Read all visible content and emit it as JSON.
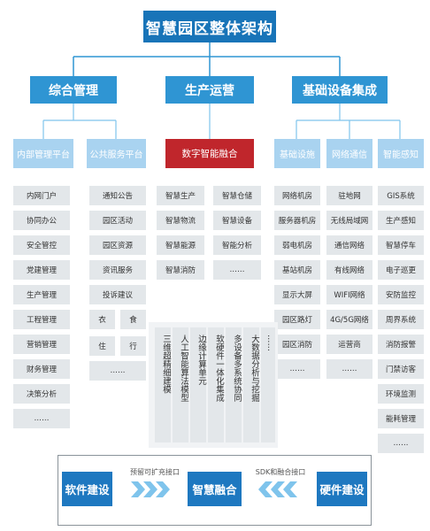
{
  "top": "智慧园区整体架构",
  "level1": [
    "综合管理",
    "生产运营",
    "基础设备集成"
  ],
  "level2": {
    "left": [
      "内部管理平台",
      "公共服务平台"
    ],
    "mid": "数字智能融合",
    "right": [
      "基础设施",
      "网络通信",
      "智能感知"
    ]
  },
  "col_internal": [
    "内网门户",
    "协同办公",
    "安全管控",
    "党建管理",
    "生产管理",
    "工程管理",
    "营销管理",
    "财务管理",
    "决策分析",
    "……"
  ],
  "col_public": [
    "通知公告",
    "园区活动",
    "园区资源",
    "资讯服务",
    "投诉建议"
  ],
  "col_public_grid": [
    "衣",
    "食",
    "住",
    "行"
  ],
  "col_public_more": "……",
  "col_digital": [
    "智慧生产",
    "智慧仓储",
    "智慧物流",
    "智慧设备",
    "智慧能源",
    "智能分析",
    "智慧消防",
    "……"
  ],
  "col_infra": [
    "网络机房",
    "服务器机房",
    "弱电机房",
    "基站机房",
    "显示大屏",
    "园区路灯",
    "园区消防",
    "……"
  ],
  "col_network": [
    "驻地网",
    "无线局域网",
    "通信网络",
    "有线网络",
    "WIFI网络",
    "4G/5G网络",
    "运营商",
    "……"
  ],
  "col_sense": [
    "GIS系统",
    "生产感知",
    "智慧停车",
    "电子巡更",
    "安防监控",
    "周界系统",
    "消防报警",
    "门禁访客",
    "环境监测",
    "能耗管理",
    "……"
  ],
  "vertical": [
    "三维超精细建模",
    "人工智能算法模型",
    "边缘计算单元",
    "软硬件一体化集成",
    "多设备多系统协同",
    "大数据分析与挖掘",
    "……"
  ],
  "bottom": {
    "left_btn": "软件建设",
    "center_btn": "智慧融合",
    "right_btn": "硬件建设",
    "left_label": "预留可扩充接口",
    "right_label": "SDK和融合接口"
  },
  "colors": {
    "dark_blue": "#1874b8",
    "mid_blue": "#2f95d3",
    "light_blue": "#a9d3f0",
    "red": "#c0262c",
    "gray": "#e3e7ea",
    "arrow": "#7fc4ec"
  }
}
